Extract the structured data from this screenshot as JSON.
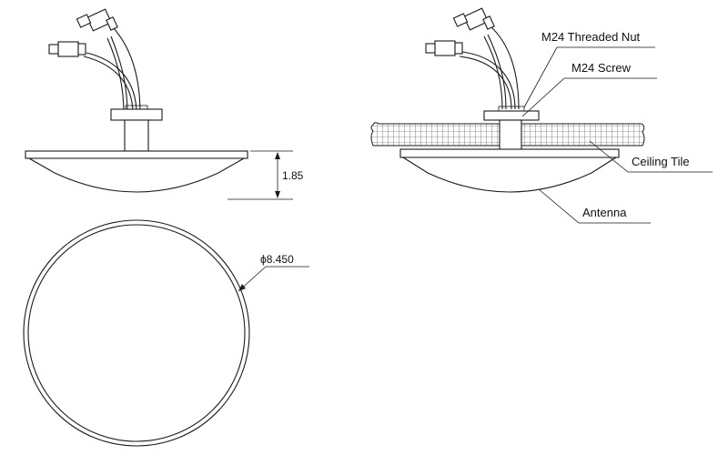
{
  "dimensions": {
    "height": "1.85",
    "diameter": "ϕ8.450"
  },
  "callouts": {
    "nut": "M24 Threaded Nut",
    "screw": "M24 Screw",
    "ceiling": "Ceiling Tile",
    "antenna": "Antenna"
  },
  "colors": {
    "line": "#1a1a1a",
    "background": "#ffffff"
  }
}
